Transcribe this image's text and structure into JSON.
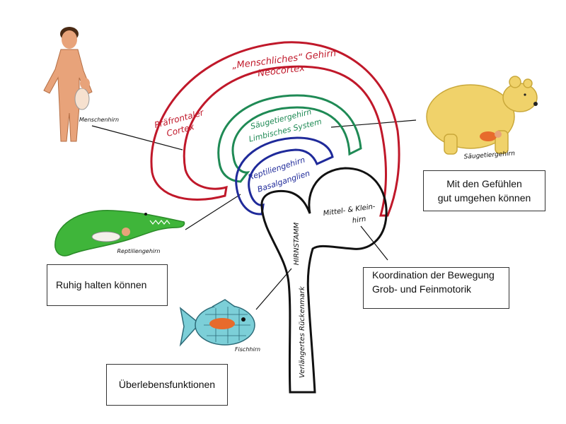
{
  "labels": {
    "neocortex_line1": "„Menschliches“ Gehirn",
    "neocortex_line2": "Neocortex",
    "prefrontal_line1": "Präfrontaler",
    "prefrontal_line2": "Cortex",
    "limbic_line1": "Säugetiergehirn",
    "limbic_line2": "Limbisches System",
    "reptile_line1": "Reptiliengehirn",
    "reptile_line2": "Basalganglien",
    "cerebellum_line1": "Mittel- & Klein-",
    "cerebellum_line2": "hirn",
    "brainstem": "HIRNSTAMM",
    "medulla": "Verlängertes Rückenmark",
    "human": "Menschenhirn",
    "bear": "Säugetiergehirn",
    "croc": "Reptiliengehirn",
    "fish": "Fischhirn"
  },
  "boxes": {
    "emotions_line1": "Mit den Gefühlen",
    "emotions_line2": "gut umgehen können",
    "calm": "Ruhig halten können",
    "motor_line1": "Koordination der Bewegung",
    "motor_line2": "Grob- und Feinmotorik",
    "survival": "Überlebensfunktionen"
  },
  "colors": {
    "neocortex": "#c0182a",
    "limbic": "#1f8a55",
    "reptile": "#1f2a9a",
    "stem": "#111111",
    "croc": "#3fb53a",
    "bear": "#f0d26a",
    "fish": "#7ccfd8",
    "skin": "#e8a37a"
  }
}
